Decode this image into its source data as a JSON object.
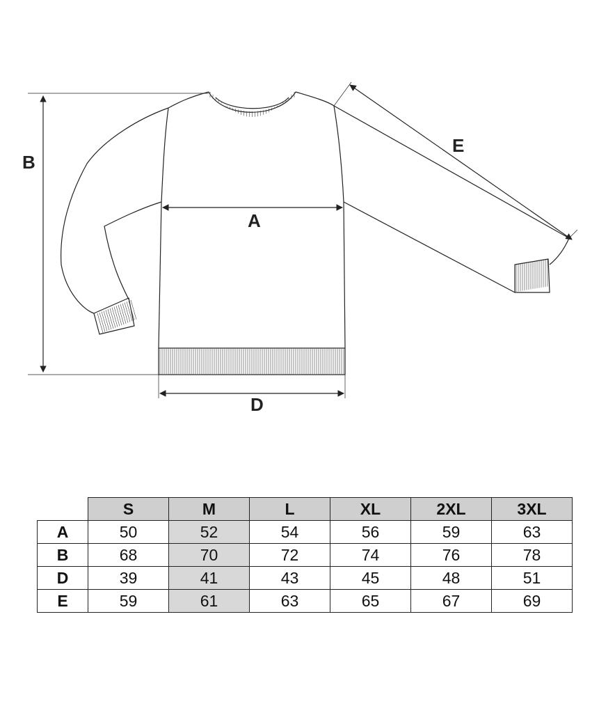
{
  "diagram": {
    "labels": {
      "A": "A",
      "B": "B",
      "D": "D",
      "E": "E"
    }
  },
  "size_table": {
    "sizes": [
      "S",
      "M",
      "L",
      "XL",
      "2XL",
      "3XL"
    ],
    "highlight_size": "M",
    "rows": [
      {
        "label": "A",
        "values": [
          "50",
          "52",
          "54",
          "56",
          "59",
          "63"
        ]
      },
      {
        "label": "B",
        "values": [
          "68",
          "70",
          "72",
          "74",
          "76",
          "78"
        ]
      },
      {
        "label": "D",
        "values": [
          "39",
          "41",
          "43",
          "45",
          "48",
          "51"
        ]
      },
      {
        "label": "E",
        "values": [
          "59",
          "61",
          "63",
          "65",
          "67",
          "69"
        ]
      }
    ]
  },
  "colors": {
    "line": "#222222",
    "header_bg": "#cfcfcf",
    "highlight_bg": "#d8d8d8"
  }
}
